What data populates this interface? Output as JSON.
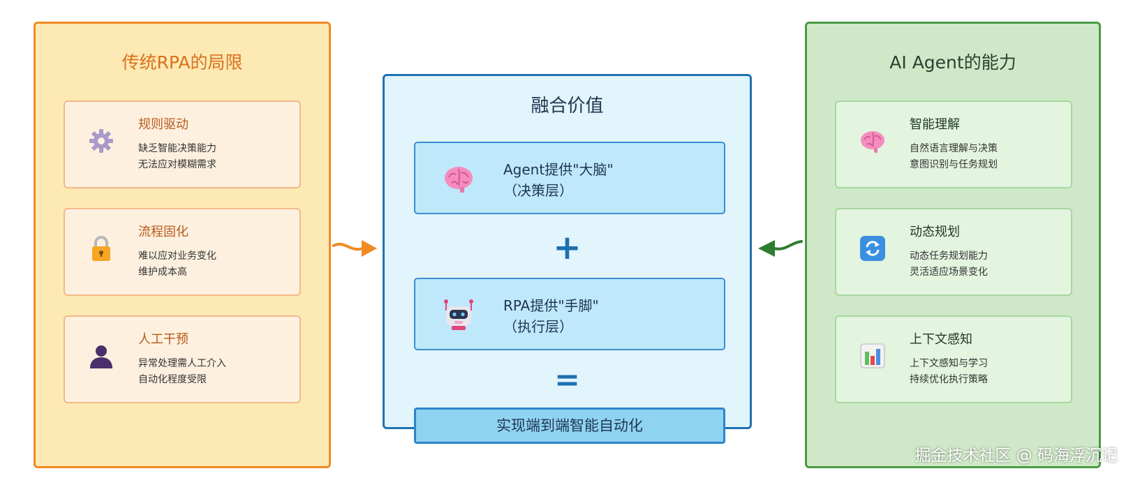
{
  "left_panel": {
    "title": "传统RPA的局限",
    "cards": [
      {
        "title": "规则驱动",
        "lines": [
          "缺乏智能决策能力",
          "无法应对模糊需求"
        ],
        "icon": "gear-icon"
      },
      {
        "title": "流程固化",
        "lines": [
          "难以应对业务变化",
          "维护成本高"
        ],
        "icon": "lock-icon"
      },
      {
        "title": "人工干预",
        "lines": [
          "异常处理需人工介入",
          "自动化程度受限"
        ],
        "icon": "person-icon"
      }
    ]
  },
  "center_panel": {
    "title": "融合价值",
    "brain_box": {
      "line1": "Agent提供\"大脑\"",
      "line2": "（决策层）",
      "icon": "brain-icon"
    },
    "plus": "+",
    "robot_box": {
      "line1": "RPA提供\"手脚\"",
      "line2": "（执行层）",
      "icon": "robot-icon"
    },
    "equals": "=",
    "result": "实现端到端智能自动化"
  },
  "right_panel": {
    "title": "AI Agent的能力",
    "cards": [
      {
        "title": "智能理解",
        "lines": [
          "自然语言理解与决策",
          "意图识别与任务规划"
        ],
        "icon": "brain-icon"
      },
      {
        "title": "动态规划",
        "lines": [
          "动态任务规划能力",
          "灵活适应场景变化"
        ],
        "icon": "refresh-icon"
      },
      {
        "title": "上下文感知",
        "lines": [
          "上下文感知与学习",
          "持续优化执行策略"
        ],
        "icon": "bar-chart-icon"
      }
    ]
  },
  "watermark": "掘金技术社区 @ 码海浮沉记",
  "colors": {
    "left_border": "#f08a24",
    "left_fill": "#fde9b4",
    "center_border": "#1e73b4",
    "center_fill": "#e2f4fc",
    "right_border": "#4a9a45",
    "right_fill": "#cfe9c8",
    "left_arrow": "#f08a24",
    "right_arrow": "#2e7d2e"
  }
}
